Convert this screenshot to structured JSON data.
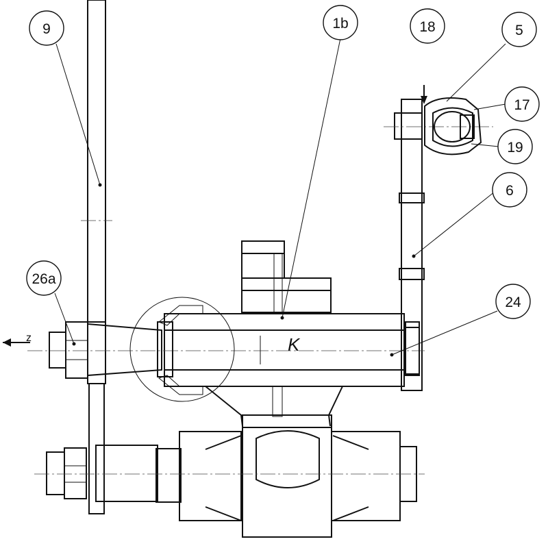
{
  "labels": {
    "l9": "9",
    "l1b": "1b",
    "l18": "18",
    "l5": "5",
    "l17": "17",
    "l19": "19",
    "l6": "6",
    "l24": "24",
    "l26a": "26a",
    "lK": "K",
    "lz": "z"
  }
}
